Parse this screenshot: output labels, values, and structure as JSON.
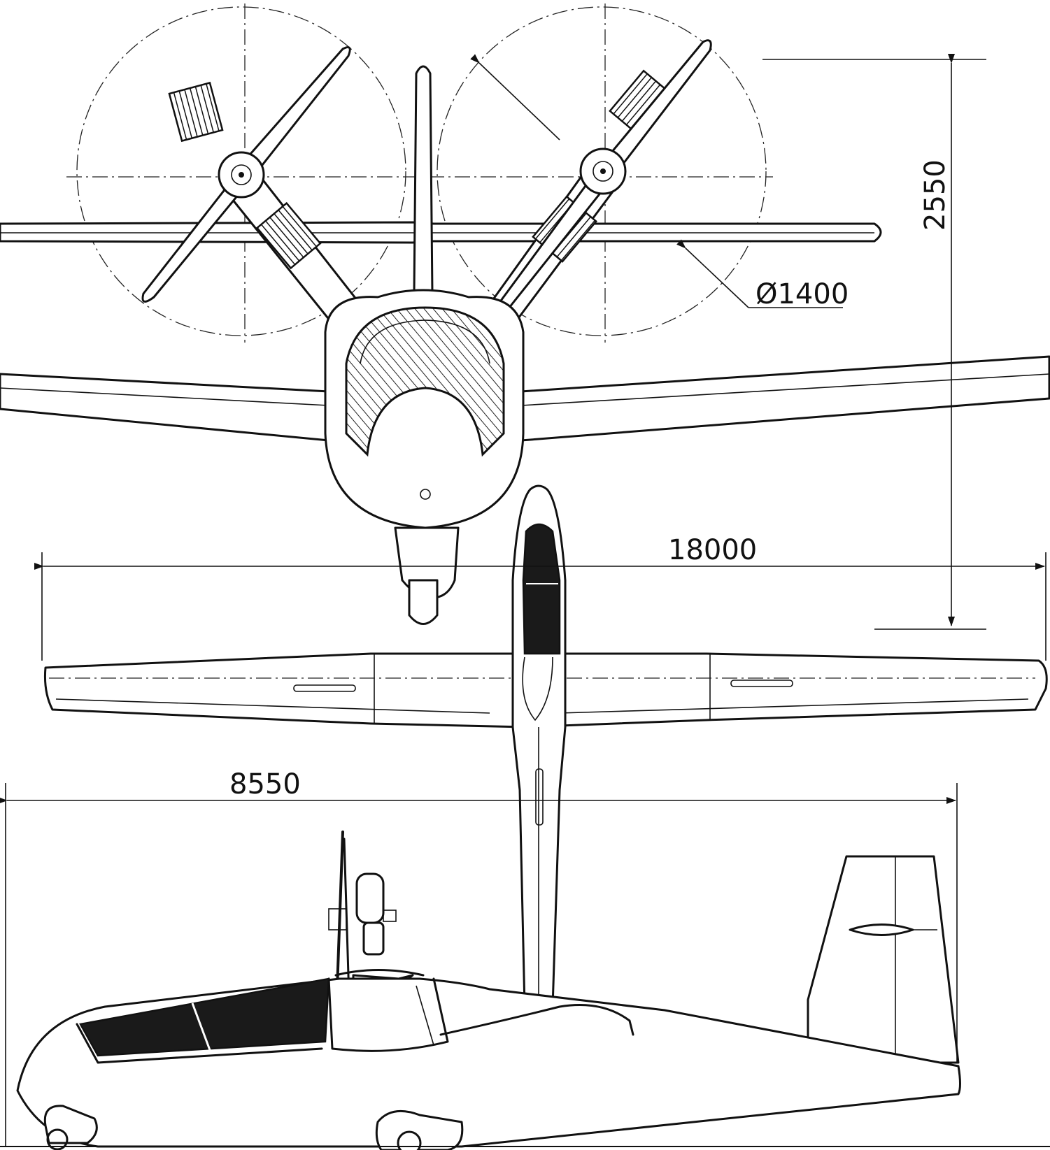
{
  "dimensions": {
    "height": "2550",
    "prop_diameter": "Ø1400",
    "wingspan": "18000",
    "length": "8550"
  }
}
